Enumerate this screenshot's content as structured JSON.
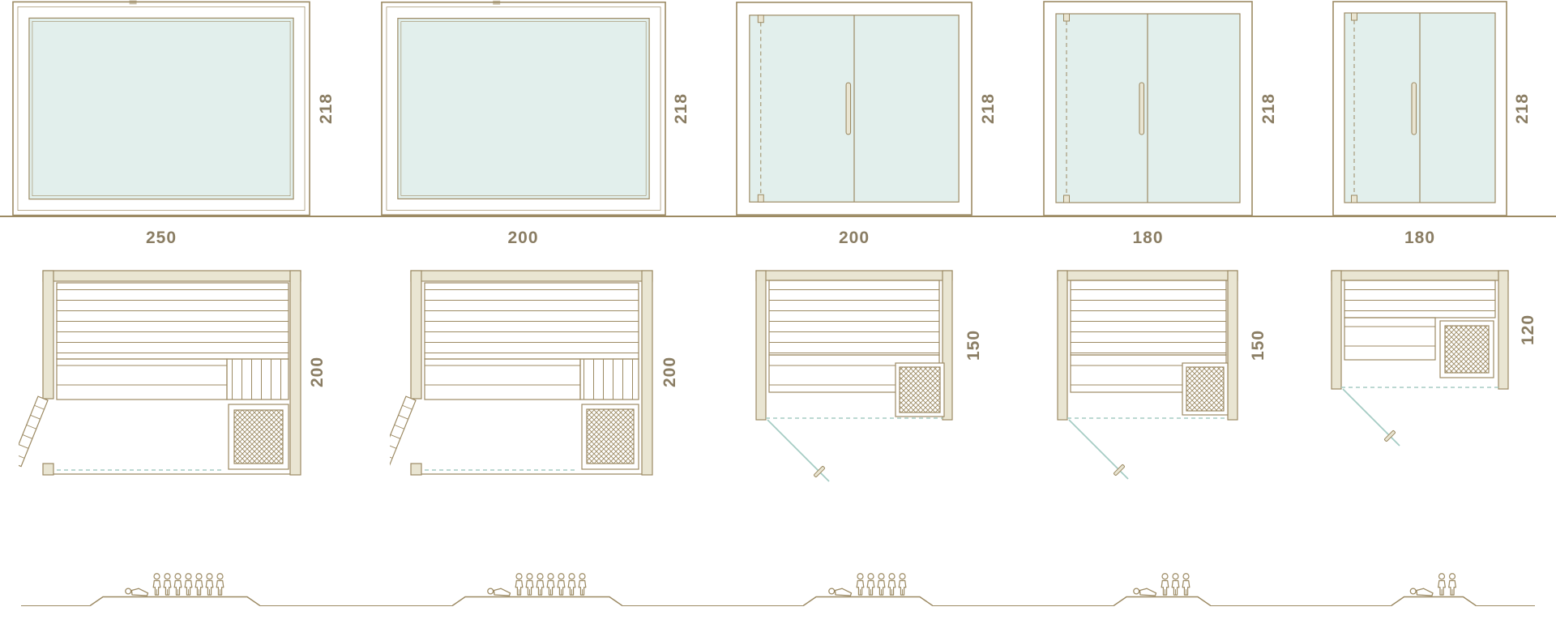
{
  "colors": {
    "line": "#9c8a63",
    "dimension_text": "#8a7d63",
    "glass": "#e2efec",
    "wall_fill": "#e9e5d2",
    "door_swing_teal": "#a5ccc4"
  },
  "diagram": {
    "title": "sauna cabin size comparison: front elevations, floor plans and capacity figures",
    "models": [
      {
        "name": "model-250x200",
        "front_type": "fixed glass panel",
        "door": "hinged wood door on left wall",
        "height_label": "218",
        "width_label": "250",
        "depth_label": "200",
        "plan_features": [
          "upper-bench",
          "lower-bench",
          "vertical-plank-deck",
          "heater-bottom-right",
          "wood-door-open-left"
        ],
        "people": {
          "standing": 7,
          "reclining": 1
        }
      },
      {
        "name": "model-200x200",
        "front_type": "fixed glass panel",
        "door": "hinged wood door on left wall",
        "height_label": "218",
        "width_label": "200",
        "depth_label": "200",
        "plan_features": [
          "upper-bench",
          "lower-bench",
          "vertical-plank-deck",
          "heater-bottom-right",
          "wood-door-open-left"
        ],
        "people": {
          "standing": 7,
          "reclining": 1
        }
      },
      {
        "name": "model-200x150",
        "front_type": "glass double door with handle",
        "door": "left-hinged glass front door",
        "height_label": "218",
        "width_label": "200",
        "depth_label": "150",
        "plan_features": [
          "upper-bench",
          "lower-bench",
          "heater-bottom-right",
          "glass-door-swing"
        ],
        "people": {
          "standing": 5,
          "reclining": 1
        }
      },
      {
        "name": "model-180x150",
        "front_type": "glass double door with handle",
        "door": "left-hinged glass front door",
        "height_label": "218",
        "width_label": "180",
        "depth_label": "150",
        "plan_features": [
          "upper-bench",
          "lower-bench",
          "heater-bottom-right",
          "glass-door-swing"
        ],
        "people": {
          "standing": 3,
          "reclining": 1
        }
      },
      {
        "name": "model-180x120",
        "front_type": "glass double door with handle",
        "door": "left-hinged glass front door",
        "height_label": "218",
        "width_label": "180",
        "depth_label": "120",
        "plan_features": [
          "upper-bench",
          "side-bench",
          "heater-right",
          "glass-door-swing"
        ],
        "people": {
          "standing": 2,
          "reclining": 1
        }
      }
    ]
  }
}
